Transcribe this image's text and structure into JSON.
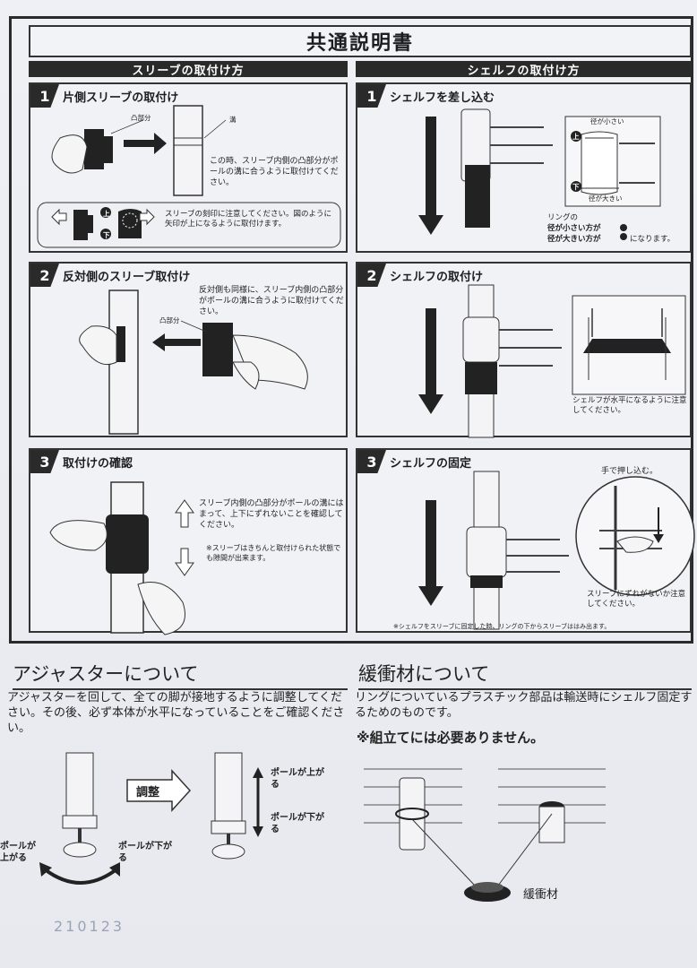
{
  "title": "共通説明書",
  "left_header": "スリーブの取付け方",
  "right_header": "シェルフの取付け方",
  "left_steps": [
    {
      "num": "1",
      "label": "片側スリーブの取付け",
      "callout_a": "凸部分",
      "callout_b": "溝",
      "note": "この時、スリーブ内側の凸部分がポールの溝に合うように取付けてください。",
      "sub_note": "スリーブの刻印に注意してください。図のように矢印が上になるように取付けます。",
      "up": "上",
      "down": "下"
    },
    {
      "num": "2",
      "label": "反対側のスリーブ取付け",
      "note": "反対側も同様に、スリーブ内側の凸部分がポールの溝に合うように取付けてください。",
      "callout": "凸部分"
    },
    {
      "num": "3",
      "label": "取付けの確認",
      "note": "スリーブ内側の凸部分がポールの溝にはまって、上下にずれないことを確認してください。",
      "sub_note": "※スリーブはきちんと取付けられた状態でも隙間が出来ます。"
    }
  ],
  "right_steps": [
    {
      "num": "1",
      "label": "シェルフを差し込む",
      "small_top": "径が小さい",
      "small_bottom": "径が大きい",
      "up": "上",
      "down": "下",
      "ring_note_1": "リングの",
      "ring_note_2": "径が小さい方が",
      "ring_note_3": "径が大きい方が",
      "ring_note_4": "になります。"
    },
    {
      "num": "2",
      "label": "シェルフの取付け",
      "note": "シェルフが水平になるように注意してください。"
    },
    {
      "num": "3",
      "label": "シェルフの固定",
      "push": "手で押し込む。",
      "note": "スリーブにずれがないか注意してください。",
      "footnote": "※シェルフをスリーブに固定した時、リングの下からスリーブははみ出ます。"
    }
  ],
  "adjuster": {
    "title": "アジャスターについて",
    "text": "アジャスターを回して、全ての脚が接地するように調整してください。その後、必ず本体が水平になっていることをご確認ください。",
    "adjust_label": "調整",
    "pole_up": "ポールが上がる",
    "pole_down": "ポールが下がる",
    "left_up": "ポールが上がる",
    "left_down": "ポールが下がる"
  },
  "cushion": {
    "title": "緩衝材について",
    "text": "リングについているプラスチック部品は輸送時にシェルフ固定するためのものです。",
    "bold": "※組立てには必要ありません。",
    "label": "緩衝材"
  },
  "stamp": "210123"
}
